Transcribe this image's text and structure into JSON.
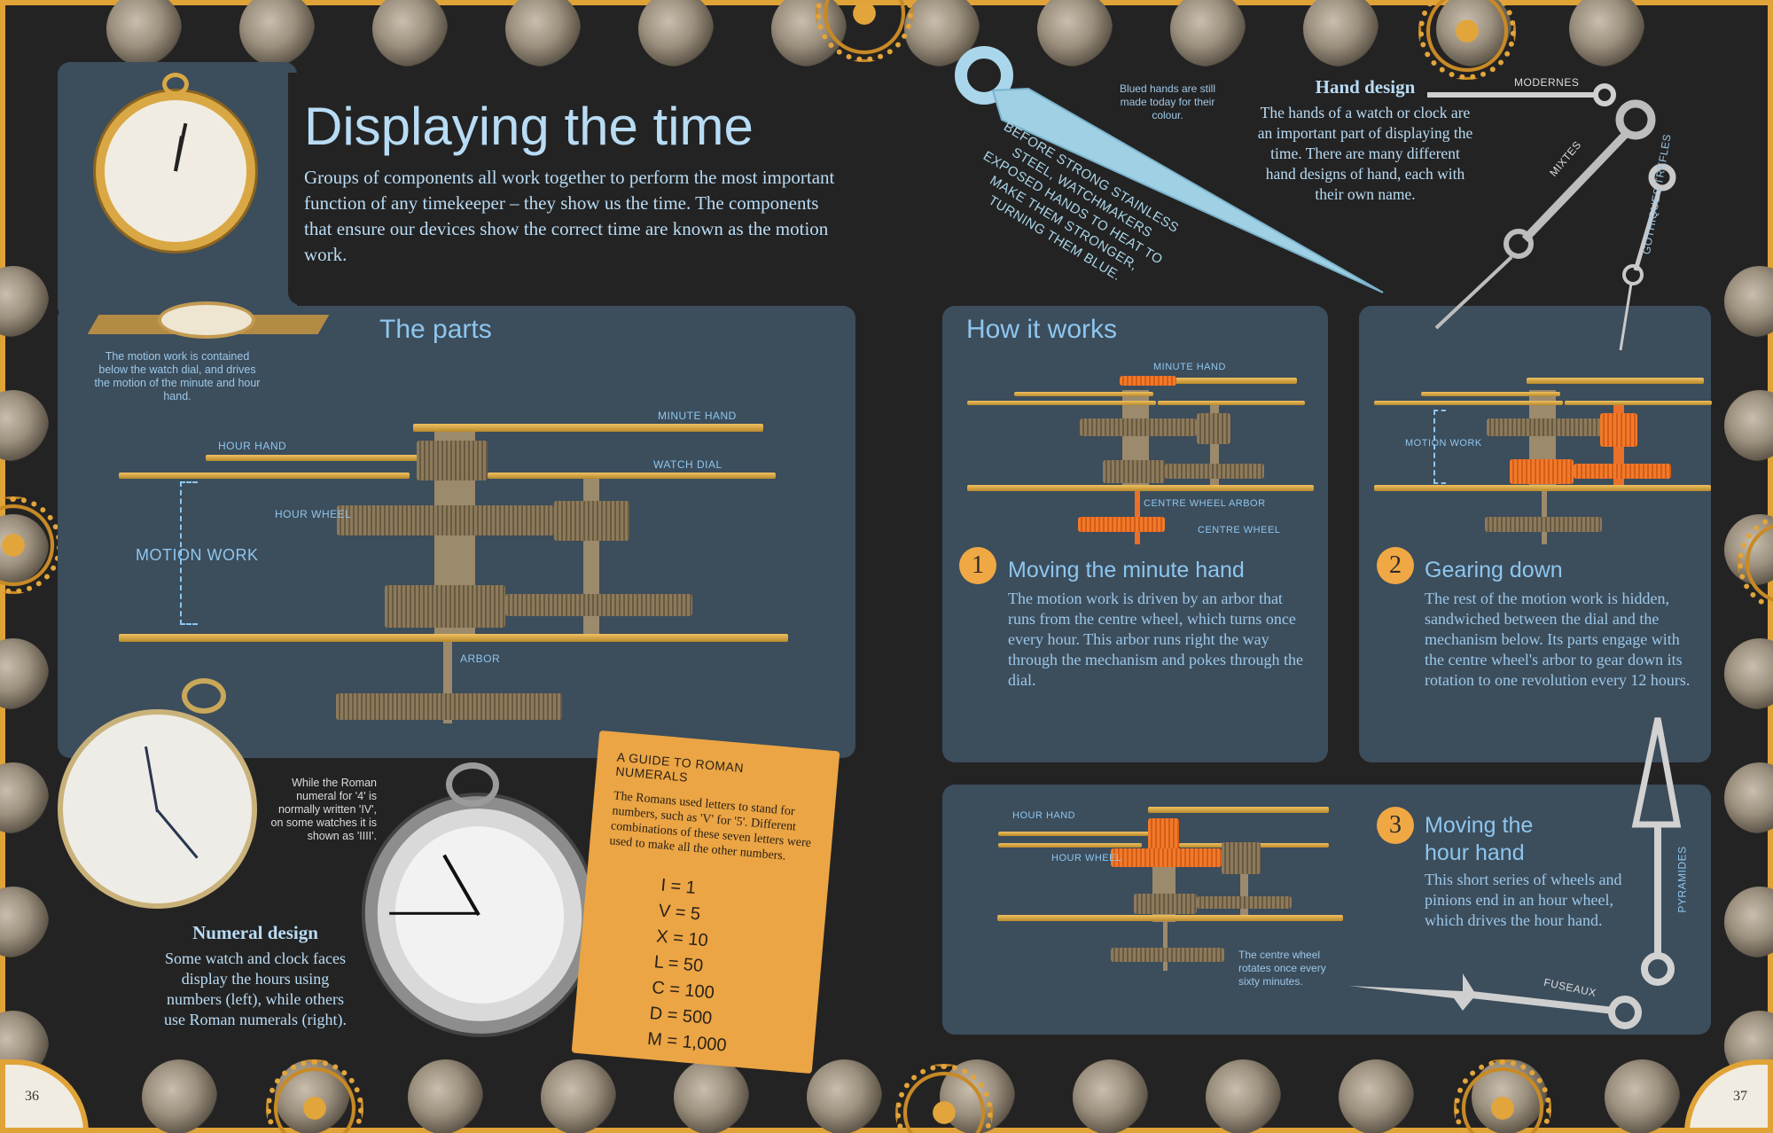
{
  "header": {
    "title": "Displaying the time",
    "intro": "Groups of components all work together to perform the most important function of any timekeeper – they show us the time. The components that ensure our devices show the correct time are known as the motion work."
  },
  "parts": {
    "title": "The parts",
    "caption": "The motion work is contained below the watch dial, and drives the motion of the minute and hour hand.",
    "labels": {
      "minute_hand": "Minute hand",
      "hour_hand": "Hour hand",
      "watch_dial": "Watch dial",
      "hour_wheel": "Hour wheel",
      "motion_work": "Motion work",
      "arbor": "Arbor"
    }
  },
  "blued": {
    "caption": "Blued hands are still made today for their colour.",
    "note": "Before strong stainless steel, watchmakers exposed hands to heat to make them stronger, turning them blue."
  },
  "hand_design": {
    "title": "Hand design",
    "body": "The hands of a watch or clock are an important part of displaying the time. There are many different hand designs of hand, each with their own name.",
    "hand_names": [
      "Modernes",
      "Mixtes",
      "Gothiques trefles",
      "Pyramides",
      "Fuseaux"
    ]
  },
  "how": {
    "title": "How it works",
    "steps": [
      {
        "number": "1",
        "title": "Moving the minute hand",
        "body": "The motion work is driven by an arbor that runs from the centre wheel, which turns once every hour. This arbor runs right the way through the mechanism and pokes through the dial.",
        "labels": {
          "minute_hand": "Minute hand",
          "centre_wheel_arbor": "Centre wheel arbor",
          "centre_wheel": "Centre wheel"
        }
      },
      {
        "number": "2",
        "title": "Gearing down",
        "body": "The rest of the motion work is hidden, sandwiched between the dial and the mechanism below. Its parts engage with the centre wheel's arbor to gear down its rotation to one revolution every 12 hours.",
        "labels": {
          "motion_work": "Motion work"
        }
      },
      {
        "number": "3",
        "title": "Moving the hour hand",
        "body": "This short series of wheels and pinions end in an hour wheel, which drives the hour hand.",
        "labels": {
          "hour_hand": "Hour hand",
          "hour_wheel": "Hour wheel"
        },
        "caption": "The centre wheel rotates once every sixty minutes."
      }
    ]
  },
  "numeral": {
    "caption": "While the Roman numeral for '4' is normally written 'IV', on some watches it is shown as 'IIII'.",
    "title": "Numeral design",
    "body": "Some watch and clock faces display the hours using numbers (left), while others use Roman numerals (right)."
  },
  "roman_card": {
    "title": "A guide to Roman numerals",
    "body": "The Romans used letters to stand for numbers, such as 'V' for '5'. Different combinations of these seven letters were used to make all the other numbers.",
    "values": [
      "I = 1",
      "V = 5",
      "X = 10",
      "L = 50",
      "C = 100",
      "D = 500",
      "M = 1,000"
    ]
  },
  "pages": {
    "left": "36",
    "right": "37"
  },
  "colors": {
    "accent": "#8ec6ee",
    "panel": "#3c4d5c",
    "brass": "#e0a338",
    "highlight": "#f07a2a"
  }
}
